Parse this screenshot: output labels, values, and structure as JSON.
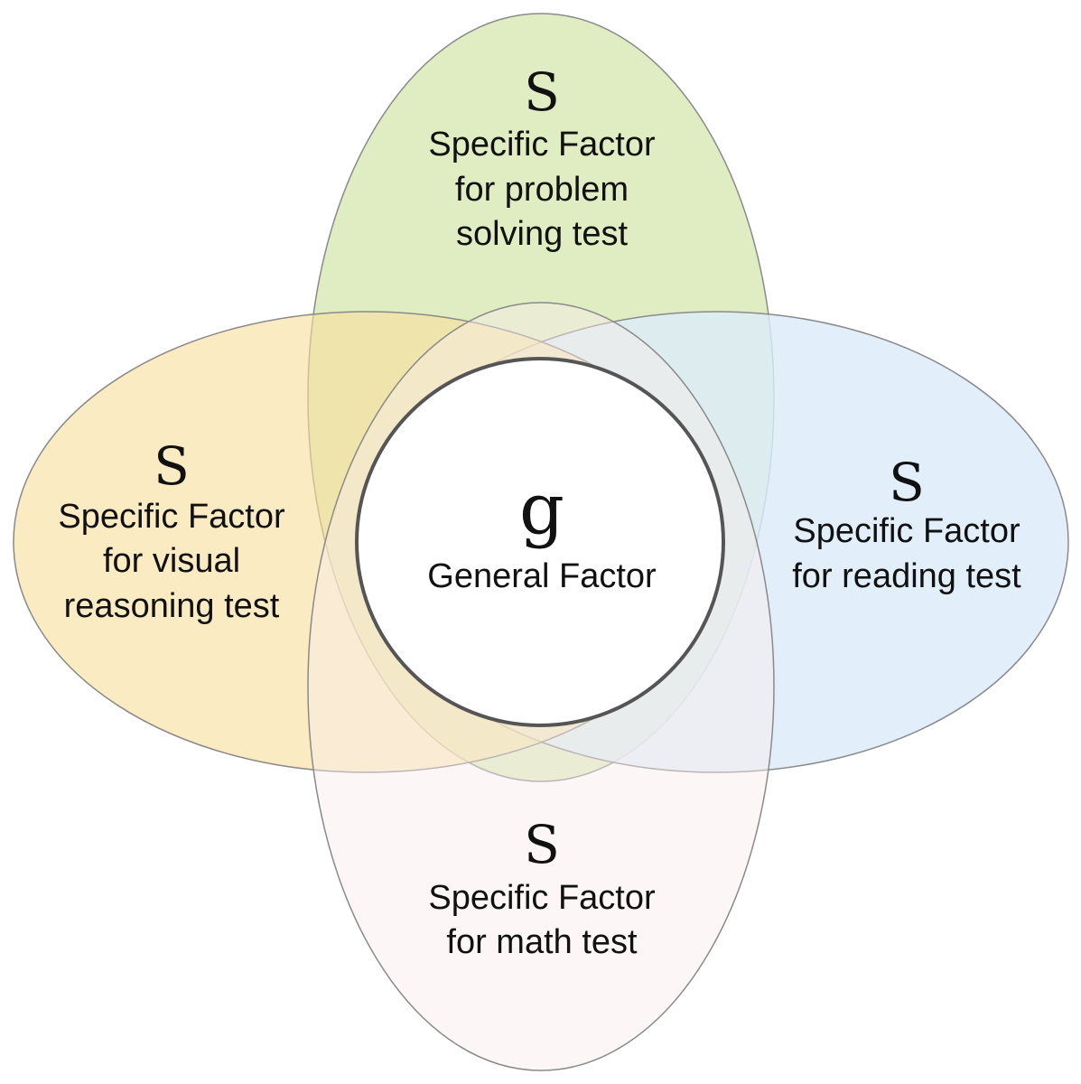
{
  "colors": {
    "top": "#d9e8b4",
    "left": "#f8df9c",
    "right": "#dcebf9",
    "bottom": "#f9eeec",
    "outline": "#8a8a8a",
    "center_fill": "#ffffff",
    "center_stroke": "#555555"
  },
  "center": {
    "symbol": "g",
    "label": "General Factor"
  },
  "factors": {
    "top": {
      "symbol": "S",
      "lines": [
        "Specific Factor",
        "for problem",
        "solving test"
      ]
    },
    "left": {
      "symbol": "S",
      "lines": [
        "Specific Factor",
        "for visual",
        "reasoning test"
      ]
    },
    "right": {
      "symbol": "S",
      "lines": [
        "Specific Factor",
        "for reading test"
      ]
    },
    "bottom": {
      "symbol": "S",
      "lines": [
        "Specific Factor",
        "for math test"
      ]
    }
  }
}
